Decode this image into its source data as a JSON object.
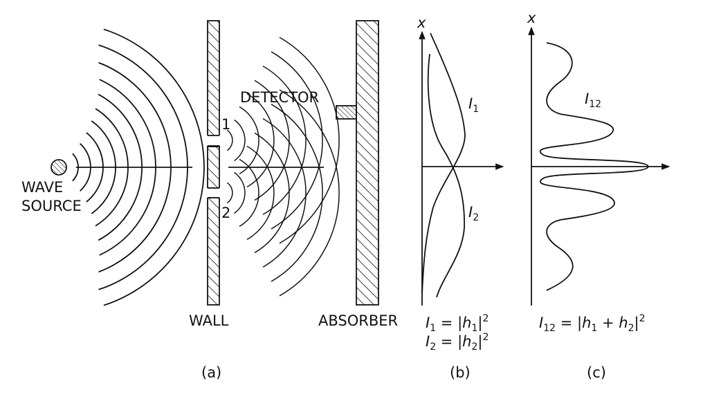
{
  "labels": {
    "wave_source_line1": "WAVE",
    "wave_source_line2": "SOURCE",
    "wall": "WALL",
    "detector": "DETECTOR",
    "absorber": "ABSORBER",
    "slit_1": "1",
    "slit_2": "2"
  },
  "panels": {
    "a": "(a)",
    "b": "(b)",
    "c": "(c)"
  },
  "panel_b": {
    "axis_label": "x",
    "curve_1": {
      "var": "I",
      "sub": "1"
    },
    "curve_2": {
      "var": "I",
      "sub": "2"
    },
    "eq_1": {
      "lhs_var": "I",
      "lhs_sub": "1",
      "mid": " = |",
      "h_var": "h",
      "h_sub": "1",
      "end": "|",
      "exp": "2"
    },
    "eq_2": {
      "lhs_var": "I",
      "lhs_sub": "2",
      "mid": " = |",
      "h_var": "h",
      "h_sub": "2",
      "end": "|",
      "exp": "2"
    }
  },
  "panel_c": {
    "axis_label": "x",
    "curve": {
      "var": "I",
      "sub": "12"
    },
    "eq": {
      "lhs_var": "I",
      "lhs_sub": "12",
      "mid": " = |",
      "h1_var": "h",
      "h1_sub": "1",
      "plus": " + ",
      "h2_var": "h",
      "h2_sub": "2",
      "end": "|",
      "exp": "2"
    }
  },
  "colors": {
    "ink": "#111111",
    "background": "#ffffff"
  }
}
